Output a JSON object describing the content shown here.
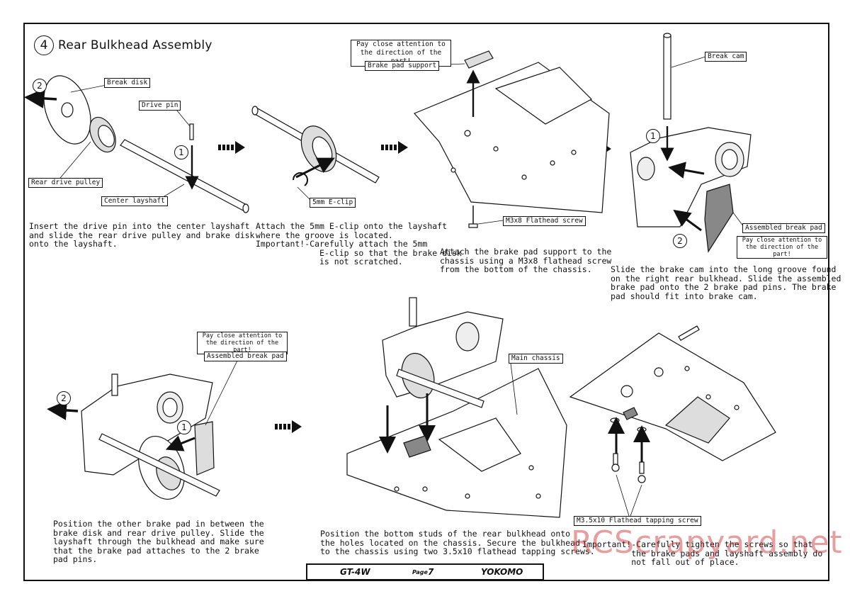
{
  "section": {
    "number": "4",
    "title": "Rear Bulkhead Assembly"
  },
  "labels": {
    "break_disk": "Break disk",
    "drive_pin": "Drive pin",
    "rear_drive_pulley": "Rear drive pulley",
    "center_layshaft": "Center layshaft",
    "e_clip": "5mm E-clip",
    "pay_attention": "Pay close attention to the direction of the part!",
    "brake_pad_support": "Brake pad support",
    "flathead_screw": "M3x8 Flathead screw",
    "break_cam": "Break cam",
    "assembled_break_pad": "Assembled break pad",
    "main_chassis": "Main chassis",
    "tapping_screw": "M3.5x10 Flathead tapping screw"
  },
  "step_markers": {
    "one": "1",
    "two": "2"
  },
  "instructions": {
    "step1": "Insert the drive pin into the center layshaft\nand slide the rear drive pulley and brake disk\nonto the layshaft.",
    "step2": "Attach the 5mm E-clip onto the layshaft\nwhere the groove is located.\nImportant!-Carefully attach the 5mm\n             E-clip so that the brake disk\n             is not scratched.",
    "step3": "Attach the brake pad support to the\nchassis using a M3x8 flathead screw\nfrom the bottom of the chassis.",
    "step4": "Slide the brake cam into the long groove found\non the right rear bulkhead. Slide the assembled\nbrake pad onto the 2 brake pad pins. The brake\npad should fit into brake cam.",
    "step5": "Position the other brake pad in between the\nbrake disk and rear drive pulley. Slide the\nlayshaft through the bulkhead and make sure\nthat the brake pad attaches to the 2 brake\npad pins.",
    "step6": "Position the bottom studs of the rear bulkhead onto\nthe holes located on the chassis. Secure the bulkhead\nto the chassis using two 3.5x10 flathead tapping screws.",
    "step7": "Important!-Carefully tighten the screws so that\n          the brake pads and layshaft assembly do\n          not fall out of place."
  },
  "footer": {
    "model": "GT-4W",
    "page_label": "Page",
    "page_number": "7",
    "brand": "YOKOMO"
  },
  "watermark": "RCScrapyard.net"
}
